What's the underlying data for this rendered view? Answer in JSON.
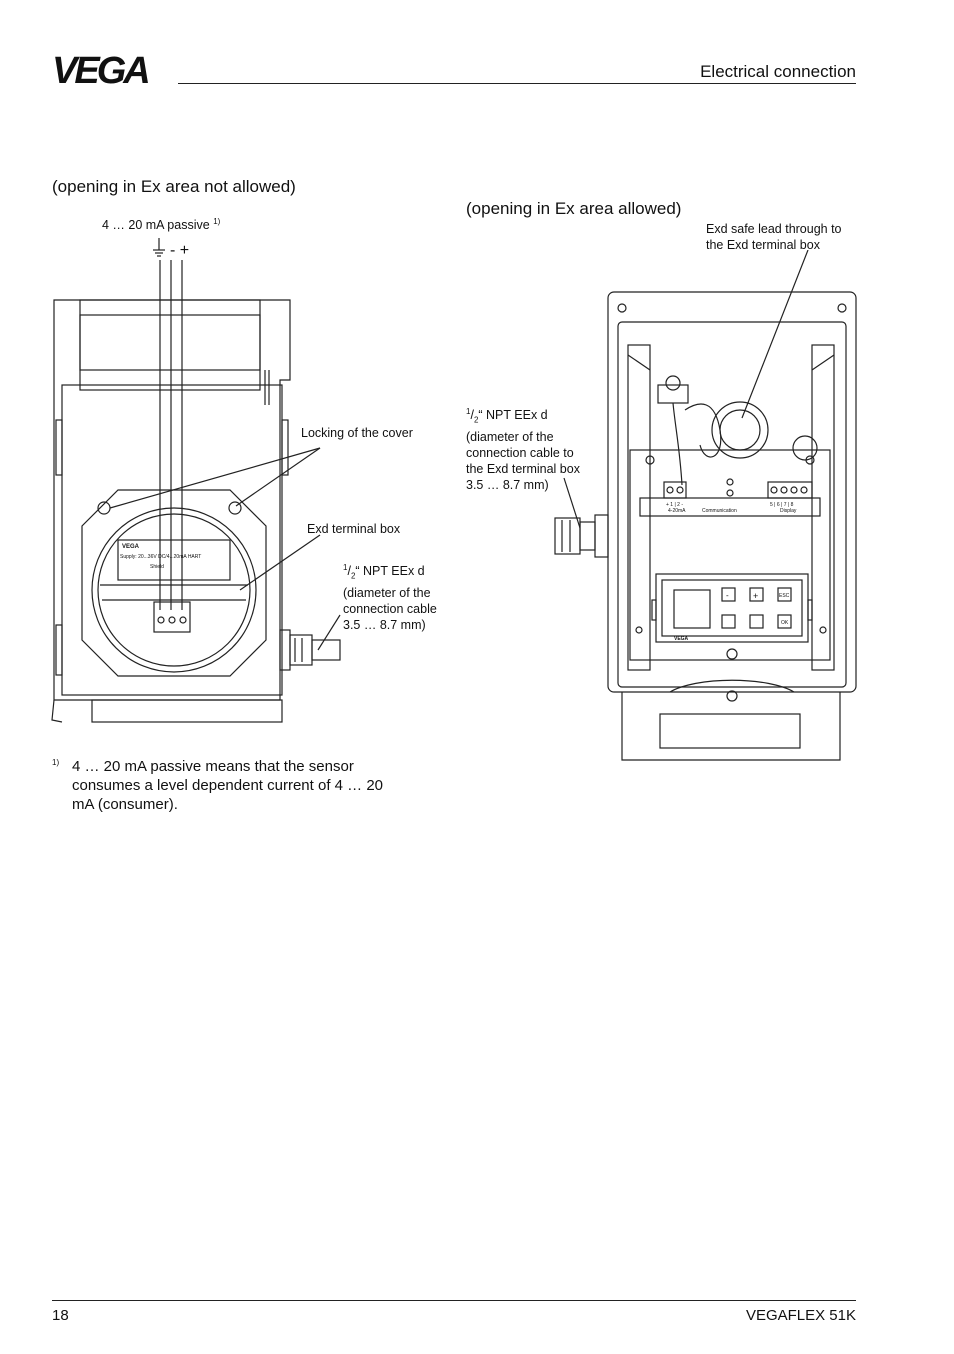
{
  "header": {
    "brand": "VEGA",
    "section_title": "Electrical connection"
  },
  "left_figure": {
    "heading": "(opening in Ex area not allowed)",
    "signal_label": "4 … 20 mA passive",
    "signal_footnote_ref": "1)",
    "polarity": "- +",
    "label_locking": "Locking of the cover",
    "label_terminal_box": "Exd terminal box",
    "npt_frac_num": "1",
    "npt_frac_den": "2",
    "npt_lines": [
      "“ NPT EEx d",
      "(diameter of the",
      "connection cable",
      "3.5 … 8.7 mm)"
    ],
    "plate_brand": "VEGA",
    "plate_supply": "Supply: 20...36V DC/4...20mA  HART",
    "plate_shield": "Shield"
  },
  "right_figure": {
    "heading": "(opening in Ex area allowed)",
    "label_lead_line1": "Exd safe lead through to",
    "label_lead_line2": "the Exd terminal box",
    "npt_frac_num": "1",
    "npt_frac_den": "2",
    "npt_lines": [
      "“ NPT EEx d",
      "(diameter of the",
      "connection cable to",
      "the Exd terminal box",
      "3.5 … 8.7 mm)"
    ],
    "terminal_row_a": "+ 1 | 2 -",
    "terminal_sub_a": "4-20mA",
    "terminal_comm": "Communication",
    "terminal_row_b": "5  |  6  |  7  |  8",
    "terminal_sub_b": "Display",
    "key_minus": "-",
    "key_plus": "+",
    "key_esc": "ESC",
    "key_ok": "OK",
    "display_brand": "VEGA"
  },
  "footnote": {
    "mark": "1)",
    "text": "4 … 20 mA passive means that the sensor consumes a level dependent current of 4 … 20 mA (consumer)."
  },
  "footer": {
    "page_number": "18",
    "product": "VEGAFLEX 51K"
  }
}
